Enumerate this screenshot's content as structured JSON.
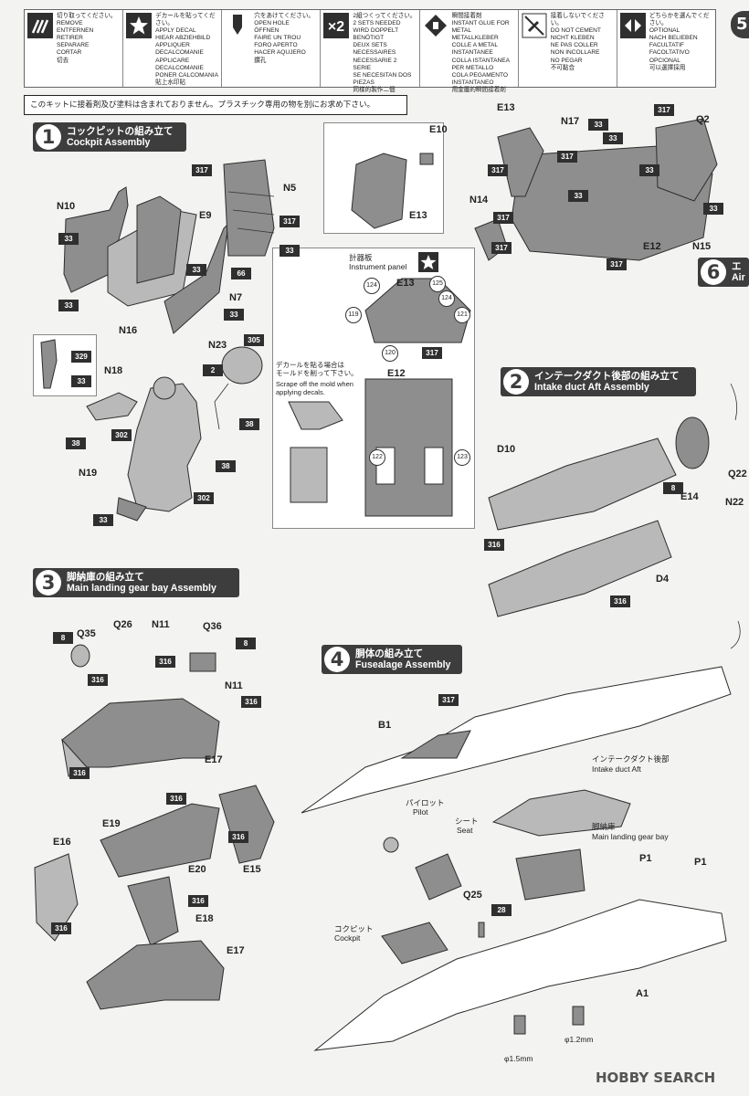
{
  "legend": [
    {
      "icon": "cut-icon",
      "text": "切り取ってください。\nREMOVE\nENTFERNEN\nRETIRER\nSEPARARE\nCORTAR\n切去"
    },
    {
      "icon": "decal-star-icon",
      "text": "デカールを貼ってください。\nAPPLY DECAL\nHIEAR ABZIEHBILD\nAPPLIQUER DECALCOMANIE\nAPPLICARE DECALCOMANIE\nPONER CALCOMANIA\n貼上水印貼"
    },
    {
      "icon": "drill-hole-icon",
      "text": "穴をあけてください。\nOPEN HOLE\nÖFFNEN\nFAIRE UN TROU\nFORO APERTO\nHACER AQUJERO\n鑽孔"
    },
    {
      "icon": "x2-icon",
      "text": "2組つくってください。\n2 SETS NEEDED\nWIRD DOPPELT BENÖTIGT\nDEUX SETS NECESSAIRES\nNECESSARIE 2 SERIE\nSE NECESITAN DOS PIEZAS\n同樣的製作二個"
    },
    {
      "icon": "instant-glue-icon",
      "text": "瞬間接着剤\nINSTANT GLUE FOR METAL\nMETALLKLEBER\nCOLLE A METAL INSTANTANEE\nCOLLA ISTANTANEA PER METALLO\nCOLA PEGAMENTO INSTANTANEO\n用金屬的瞬間接着剤"
    },
    {
      "icon": "no-cement-icon",
      "text": "接着しないでください。\nDO NOT CEMENT\nNICHT KLEBEN\nNE PAS COLLER\nNON INCOLLARE\nNO PEGAR\n不可黏合"
    },
    {
      "icon": "optional-icon",
      "text": "どちらかを選んでください。\nOPTIONAL\nNACH BELIEBEN\nFACULTATIF\nFACOLTATIVO\nOPCIONAL\n可以選擇採用"
    }
  ],
  "x2_symbol": "×2",
  "notice": "このキットに接着剤及び塗料は含まれておりません。プラスチック専用の物を別にお求め下さい。",
  "steps": {
    "s1": {
      "num": "1",
      "jp": "コックピットの組み立て",
      "en": "Cockpit Assembly"
    },
    "s2": {
      "num": "2",
      "jp": "インテークダクト後部の組み立て",
      "en": "Intake duct Aft Assembly"
    },
    "s3": {
      "num": "3",
      "jp": "脚納庫の組み立て",
      "en": "Main landing gear bay Assembly"
    },
    "s4": {
      "num": "4",
      "jp": "胴体の組み立て",
      "en": "Fusealage Assembly"
    },
    "s5": {
      "num": "5"
    },
    "s6": {
      "num": "6",
      "jp": "エ",
      "en": "Air"
    }
  },
  "step1_labels": {
    "n10": "N10",
    "e9": "E9",
    "n5": "N5",
    "n7": "N7",
    "n16": "N16",
    "n23": "N23",
    "n18": "N18",
    "n19": "N19",
    "e10": "E10",
    "e13": "E13",
    "e13b": "E13",
    "n17": "N17",
    "q2": "Q2",
    "n14": "N14",
    "e12": "E12",
    "n15": "N15",
    "inst_jp": "計器板",
    "inst_en": "Instrument panel",
    "e13c": "E13",
    "e12b": "E12",
    "decal_jp": "デカールを貼る場合は\nモールドを削って下さい。",
    "decal_en": "Scrape off the mold when\napplying decals."
  },
  "step2_labels": {
    "d10": "D10",
    "e14": "E14",
    "d4": "D4",
    "q22": "Q22",
    "n22": "N22"
  },
  "step3_labels": {
    "q35": "Q35",
    "q26": "Q26",
    "n11": "N11",
    "q36": "Q36",
    "n11b": "N11",
    "e17": "E17",
    "e19": "E19",
    "e16": "E16",
    "e20": "E20",
    "e15": "E15",
    "e18": "E18",
    "e17b": "E17"
  },
  "step4_labels": {
    "b1": "B1",
    "a1": "A1",
    "p1a": "P1",
    "p1b": "P1",
    "q25": "Q25",
    "pilot_jp": "パイロット",
    "pilot_en": "Pilot",
    "seat_jp": "シート",
    "seat_en": "Seat",
    "intake_jp": "インテークダクト後部",
    "intake_en": "Intake duct Aft",
    "gear_jp": "脚納庫",
    "gear_en": "Main landing gear bay",
    "cockpit_jp": "コクピット",
    "cockpit_en": "Cockpit",
    "drill1": "φ1.5mm",
    "drill2": "φ1.2mm"
  },
  "color_tags": {
    "t317a": "317",
    "t33a": "33",
    "t317b": "317",
    "t33b": "33",
    "t33c": "33",
    "t66": "66",
    "t33d": "33",
    "t33e": "33",
    "t329": "329",
    "t33f": "33",
    "t305": "305",
    "t2": "2",
    "t38a": "38",
    "t302a": "302",
    "t38b": "38",
    "t38c": "38",
    "t302b": "302",
    "t33g": "33",
    "t33h": "33",
    "t317c": "317",
    "t33i": "33",
    "t317d": "317",
    "t33j": "33",
    "t33k": "33",
    "t317e": "317",
    "t317f": "317",
    "t33l": "33",
    "t317g": "317",
    "t317h": "317",
    "t317i": "317",
    "t8a": "8",
    "t316a": "316",
    "t316b": "316",
    "t8b": "8",
    "t316c": "316",
    "t316d": "316",
    "t8c": "8",
    "t316e": "316",
    "t316f": "316",
    "t316g": "316",
    "t316h": "316",
    "t316i": "316",
    "t316j": "316",
    "t317j": "317",
    "t28": "28"
  },
  "gauge_tags": {
    "g124a": "124",
    "g125": "125",
    "g124b": "124",
    "g119": "119",
    "g121": "121",
    "g120": "120",
    "g122": "122",
    "g123": "123"
  },
  "footer": "HOBBY SEARCH",
  "colors": {
    "dark": "#3d3d3d",
    "part": "#8e8e8e",
    "paper": "#ffffff"
  }
}
